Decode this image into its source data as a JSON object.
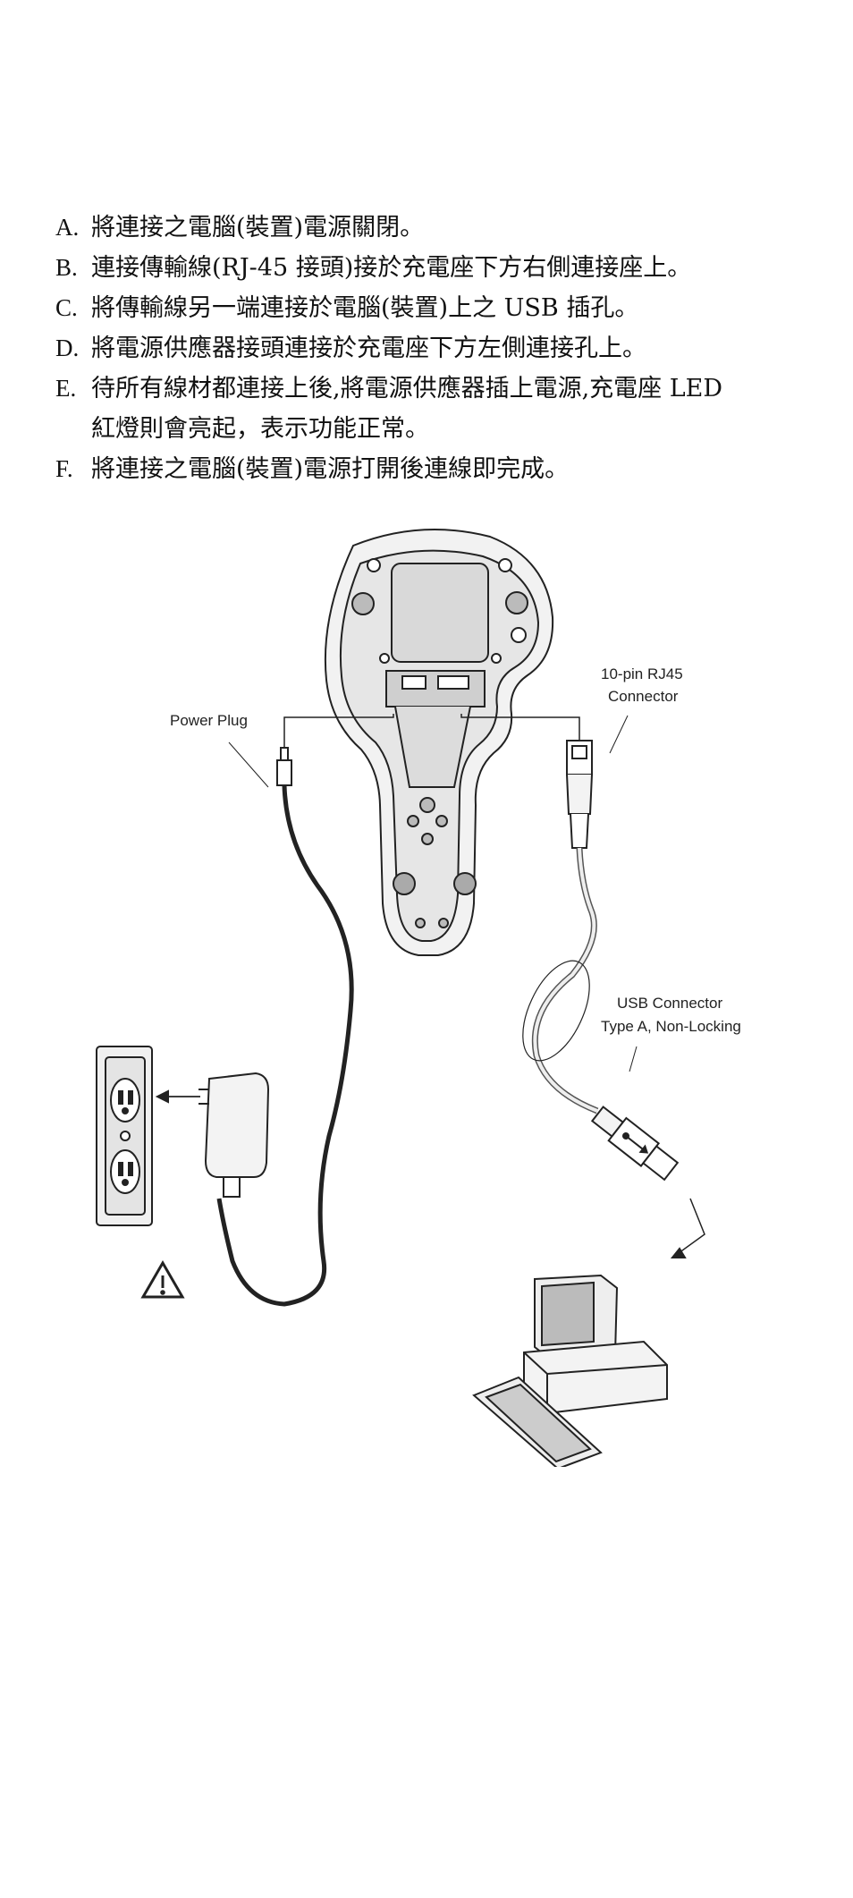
{
  "steps": [
    {
      "letter": "A.",
      "text": "將連接之電腦(裝置)電源關閉。"
    },
    {
      "letter": "B.",
      "text": "連接傳輸線(RJ-45 接頭)接於充電座下方右側連接座上。"
    },
    {
      "letter": "C.",
      "text": "將傳輸線另一端連接於電腦(裝置)上之 USB 插孔。"
    },
    {
      "letter": "D.",
      "text": "將電源供應器接頭連接於充電座下方左側連接孔上。"
    },
    {
      "letter": "E.",
      "text": "待所有線材都連接上後,將電源供應器插上電源,充電座 LED",
      "text2": "紅燈則會亮起，表示功能正常。"
    },
    {
      "letter": "F.",
      "text": "將連接之電腦(裝置)電源打開後連線即完成。"
    }
  ],
  "figure": {
    "labels": {
      "power_plug": "Power Plug",
      "rj45_line1": "10-pin RJ45",
      "rj45_line2": "Connector",
      "usb_line1": "USB Connector",
      "usb_line2": "Type A, Non-Locking"
    },
    "icons": [
      "cradle-icon",
      "power-plug-icon",
      "rj45-connector-icon",
      "usb-connector-icon",
      "wall-outlet-icon",
      "power-adapter-icon",
      "warning-icon",
      "computer-icon"
    ]
  }
}
